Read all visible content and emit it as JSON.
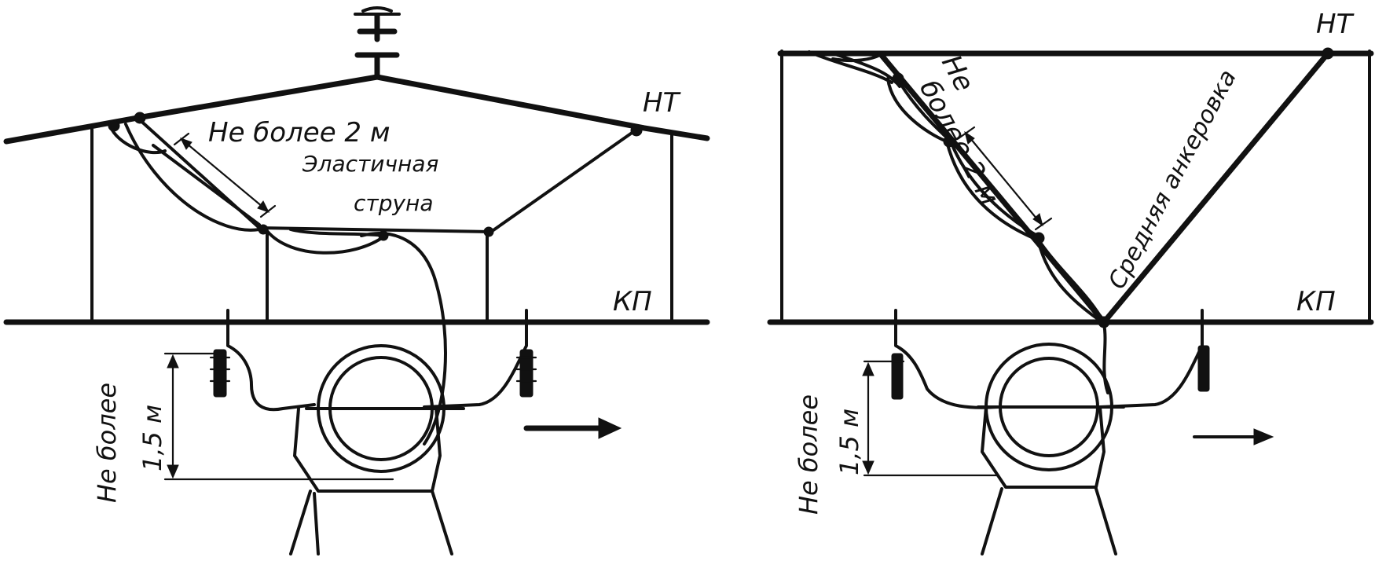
{
  "diagrams": [
    {
      "id": "left",
      "label_nt": "НТ",
      "label_kp": "КП",
      "label_max_string": "Не более 2 м",
      "label_elastic_line1": "Эластичная",
      "label_elastic_line2": "струна",
      "label_height_line1": "Не более",
      "label_height_line2": "1,5 м"
    },
    {
      "id": "right",
      "label_nt": "НТ",
      "label_kp": "КП",
      "label_max_string_line1": "Не",
      "label_max_string_line2": "более 2 м",
      "label_anchoring": "Средняя анкеровка",
      "label_height_line1": "Не более",
      "label_height_line2": "1,5 м"
    }
  ]
}
